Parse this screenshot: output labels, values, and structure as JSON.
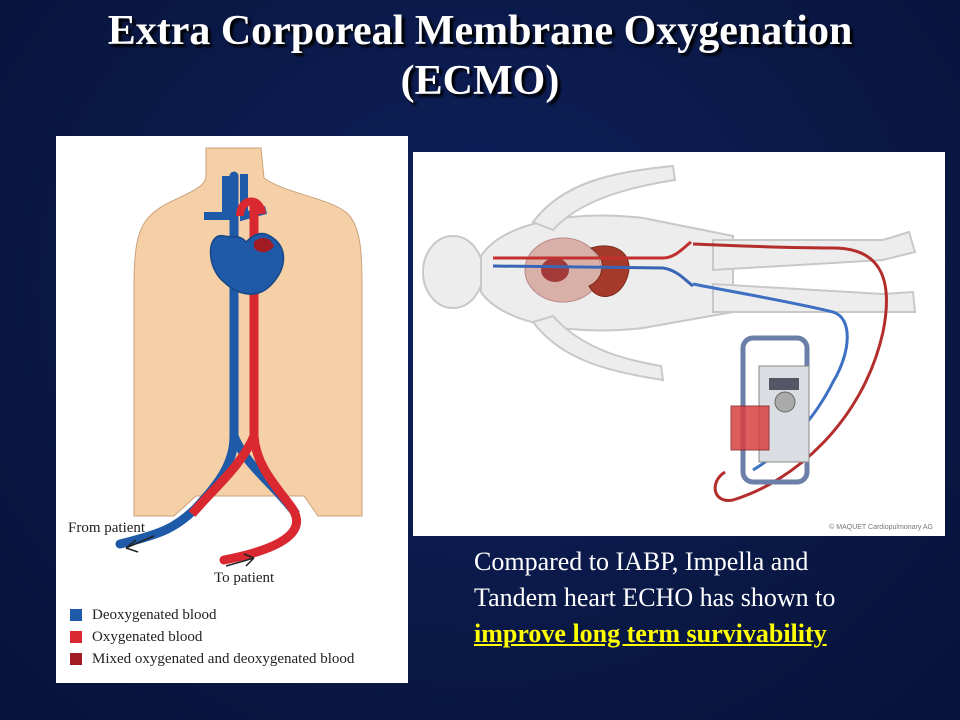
{
  "slide": {
    "title_line1": "Extra Corporeal Membrane Oxygenation",
    "title_line2": "(ECMO)"
  },
  "diagram": {
    "label_from": "From patient",
    "label_to": "To patient",
    "legend": [
      {
        "label": "Deoxygenated blood",
        "color": "#1f5aa8"
      },
      {
        "label": "Oxygenated blood",
        "color": "#d9282f"
      },
      {
        "label": "Mixed oxygenated and deoxygenated blood",
        "color": "#a11b24"
      }
    ]
  },
  "illustration": {
    "copyright": "© MAQUET Cardiopulmonary AG"
  },
  "caption": {
    "line1": "Compared to IABP, Impella and",
    "line2": "Tandem heart ECHO has shown to",
    "highlight": "improve long term survivability"
  },
  "colors": {
    "background": "#0b1a4a",
    "title": "#ffffff",
    "highlight": "#ffff00",
    "deoxygenated": "#1f5aa8",
    "oxygenated": "#d9282f",
    "skin": "#f5cfa6"
  }
}
